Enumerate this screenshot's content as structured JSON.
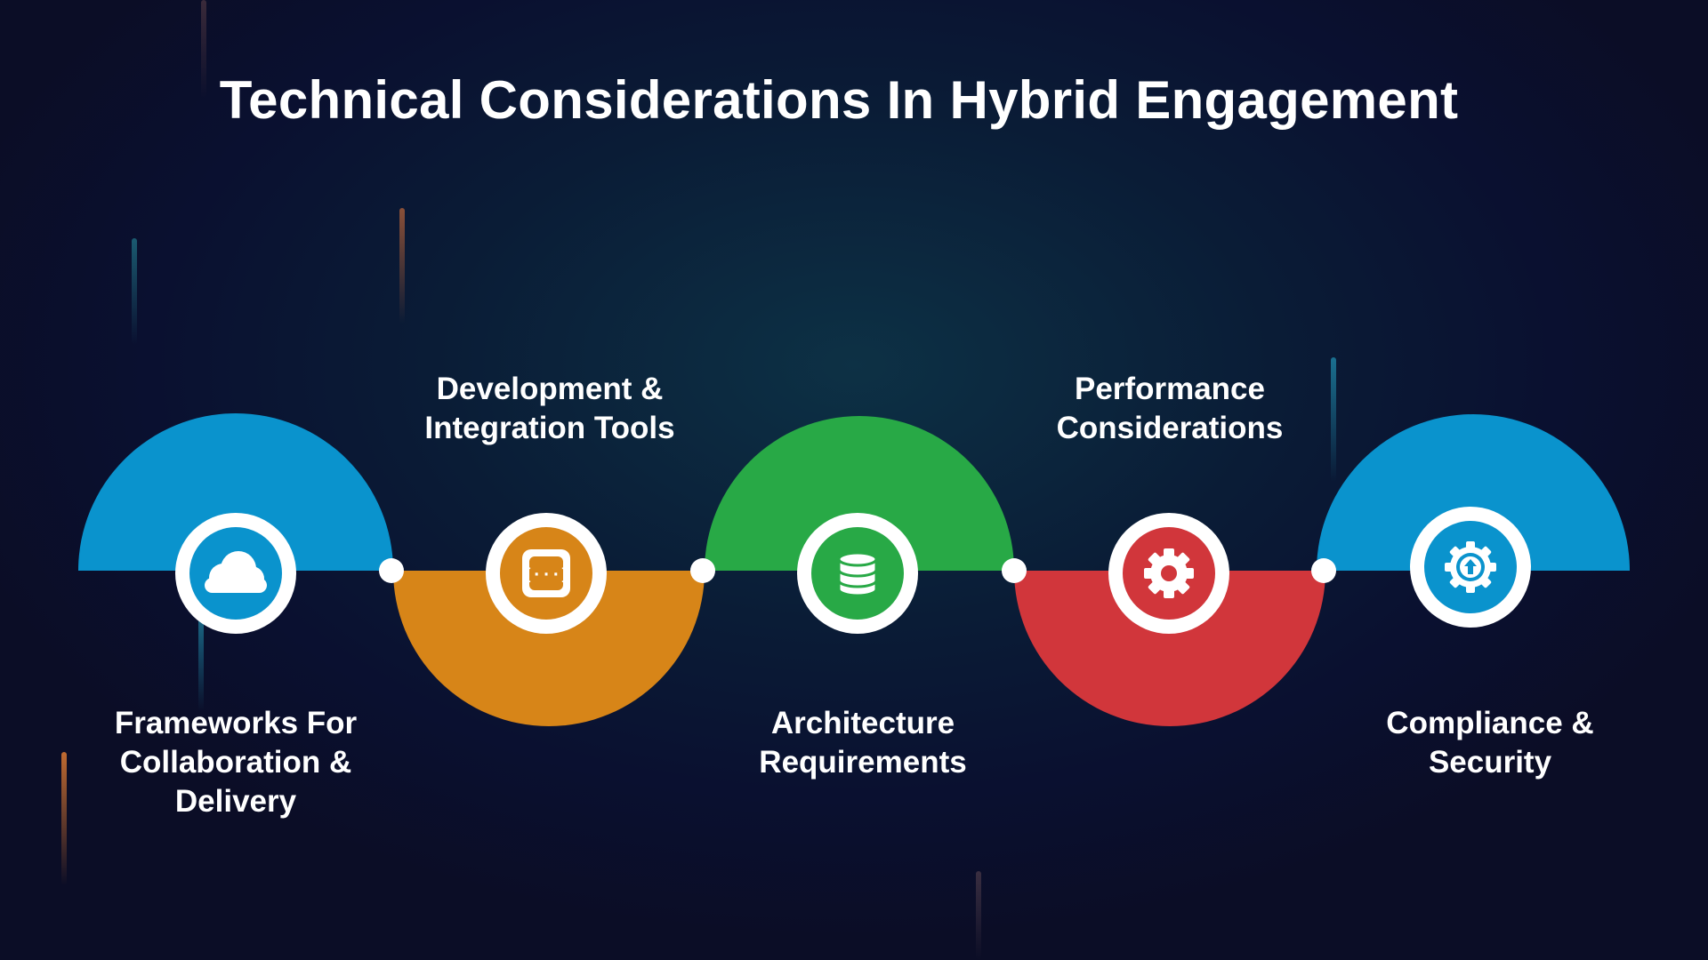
{
  "title": "Technical Considerations In Hybrid Engagement",
  "stages": [
    {
      "label": "Frameworks For\nCollaboration &\nDelivery",
      "icon": "cloud-icon",
      "color": "#0a93cd",
      "direction": "up"
    },
    {
      "label": "Development &\nIntegration Tools",
      "icon": "code-braces-icon",
      "color": "#d78518",
      "direction": "down"
    },
    {
      "label": "Architecture\nRequirements",
      "icon": "database-icon",
      "color": "#28a946",
      "direction": "up"
    },
    {
      "label": "Performance\nConsiderations",
      "icon": "gear-icon",
      "color": "#d1363b",
      "direction": "down"
    },
    {
      "label": "Compliance &\nSecurity",
      "icon": "gear-upload-icon",
      "color": "#0a93cd",
      "direction": "up"
    }
  ]
}
